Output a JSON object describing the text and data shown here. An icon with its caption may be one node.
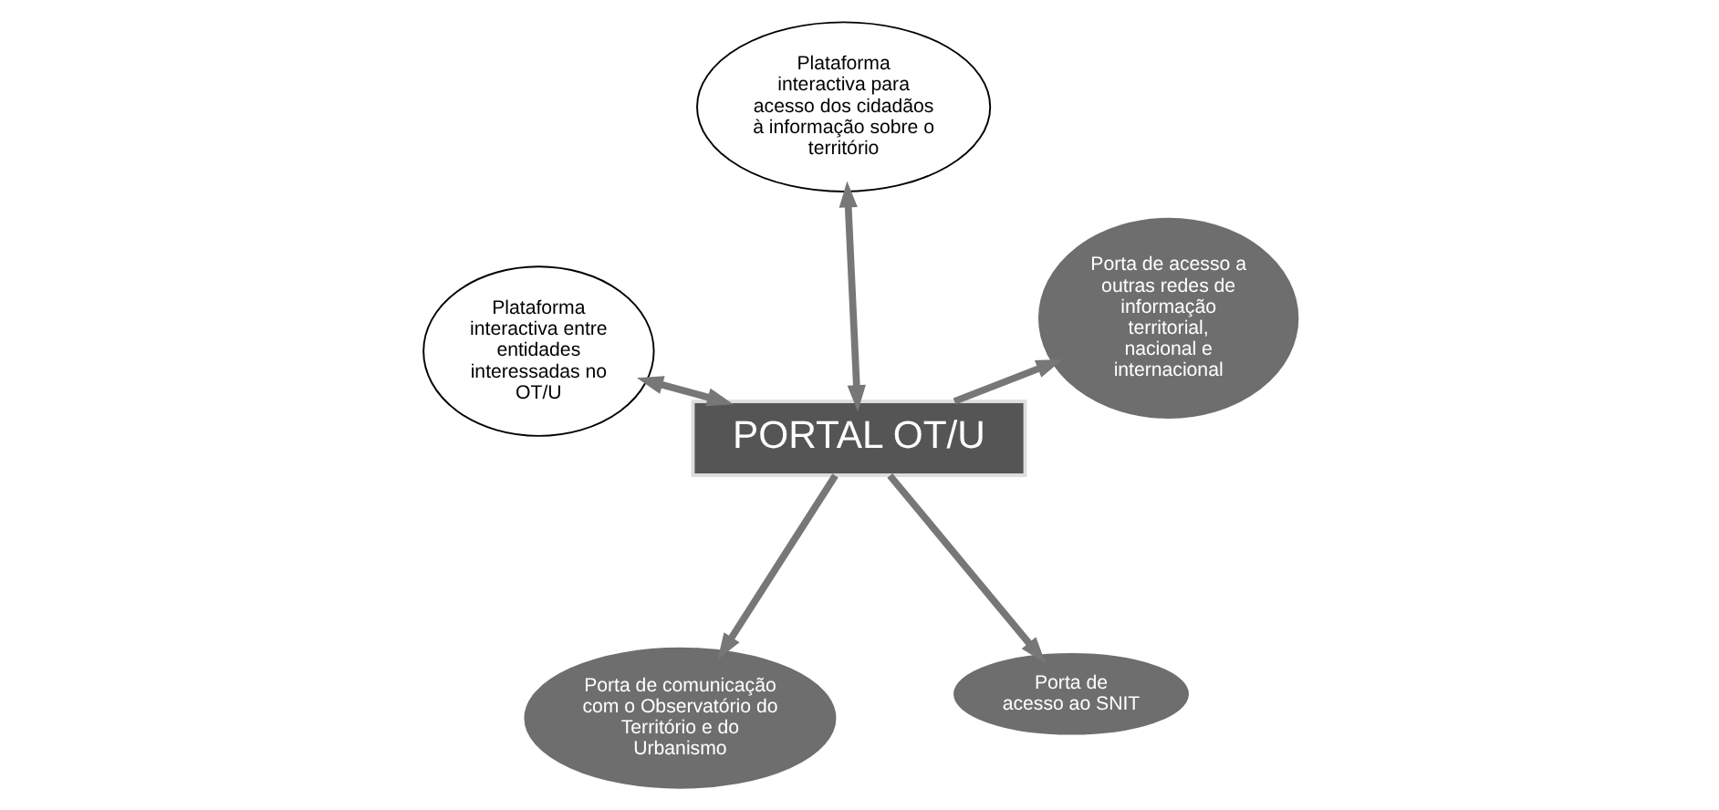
{
  "diagram": {
    "nodes": [
      {
        "text": [
          "PORTAL OT/U"
        ]
      },
      {
        "text": [
          "Porta de acesso ao SNIT"
        ]
      },
      {
        "text": [
          "Porta de comunicação com o Observatório do Território e do Urbanismo"
        ]
      },
      {
        "text": [
          "Plataforma interactiva entre entidades interessadas no OT/U"
        ]
      },
      {
        "text": [
          "Porta de acesso a outras redes de informação territorial, nacional e internacional"
        ]
      },
      {
        "text": [
          "Plataforma interactiva para acesso dos cidadãos à informação sobre o território"
        ]
      }
    ],
    "edges": [
      {
        "from": 0,
        "to": 1,
        "arrow": "to"
      },
      {
        "from": 0,
        "to": 2,
        "arrow": "to"
      },
      {
        "from": 0,
        "to": 3,
        "arrow": "both"
      },
      {
        "from": 0,
        "to": 4,
        "arrow": "to"
      },
      {
        "from": 0,
        "to": 5,
        "arrow": "both"
      }
    ]
  }
}
